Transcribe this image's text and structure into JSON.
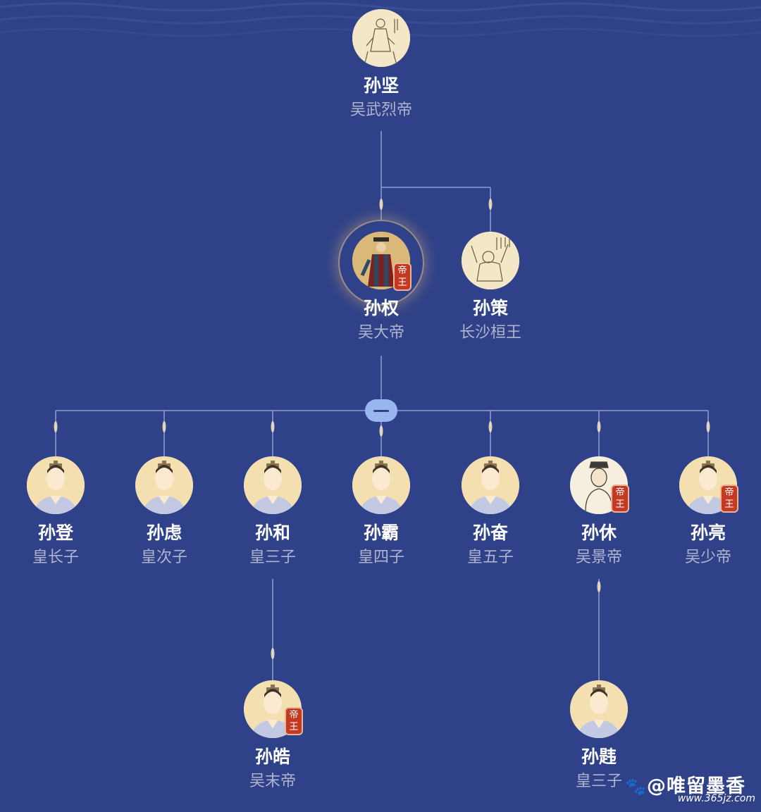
{
  "tree": {
    "root": {
      "name": "孙坚",
      "title": "吴武烈帝",
      "avatar": "portrait-icon",
      "badge": ""
    },
    "gen2": [
      {
        "name": "孙权",
        "title": "吴大帝",
        "avatar": "emperor-portrait-icon",
        "badge": "帝王"
      },
      {
        "name": "孙策",
        "title": "长沙桓王",
        "avatar": "portrait-icon",
        "badge": ""
      }
    ],
    "gen3": [
      {
        "name": "孙登",
        "title": "皇长子",
        "avatar": "default-avatar-icon",
        "badge": ""
      },
      {
        "name": "孙虑",
        "title": "皇次子",
        "avatar": "default-avatar-icon",
        "badge": ""
      },
      {
        "name": "孙和",
        "title": "皇三子",
        "avatar": "default-avatar-icon",
        "badge": ""
      },
      {
        "name": "孙霸",
        "title": "皇四子",
        "avatar": "default-avatar-icon",
        "badge": ""
      },
      {
        "name": "孙奋",
        "title": "皇五子",
        "avatar": "default-avatar-icon",
        "badge": ""
      },
      {
        "name": "孙休",
        "title": "吴景帝",
        "avatar": "portrait-icon",
        "badge": "帝王"
      },
      {
        "name": "孙亮",
        "title": "吴少帝",
        "avatar": "default-avatar-icon",
        "badge": "帝王"
      }
    ],
    "gen4": [
      {
        "name": "孙皓",
        "title": "吴末帝",
        "avatar": "default-avatar-icon",
        "badge": "帝王"
      },
      {
        "name": "孙韪",
        "title": "皇三子",
        "avatar": "default-avatar-icon",
        "badge": ""
      }
    ]
  },
  "collapse_button": {
    "label": "—"
  },
  "watermark": {
    "text": "@唯留墨香",
    "site": "www.365jz.com"
  },
  "colors": {
    "background": "#2f4188",
    "line": "#8f9fca",
    "badge": "#c23a22",
    "avatar_bg": "#f3dfb0"
  }
}
